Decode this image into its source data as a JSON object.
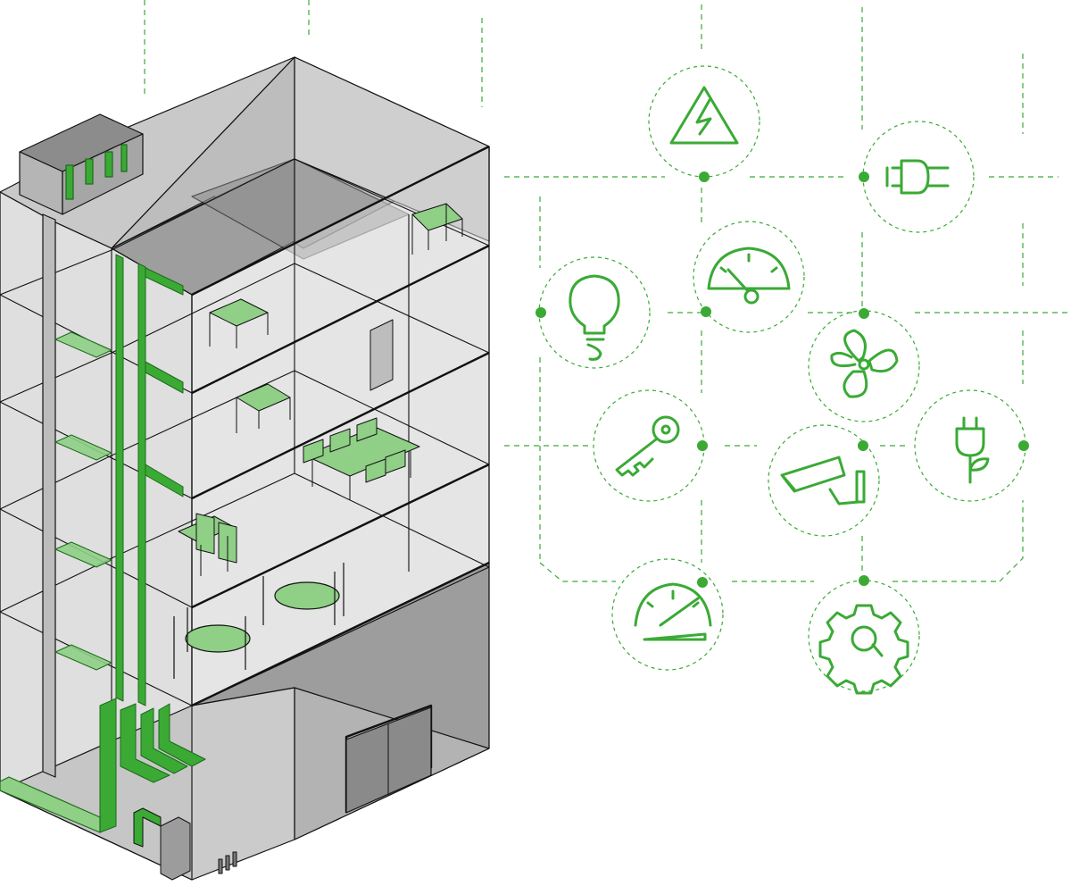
{
  "colors": {
    "green": "#3aaa35",
    "green_fill": "#5cb85c",
    "green_soft": "#8fcf86",
    "glass_light": "#d9d9d9",
    "glass_mid": "#c4c4c4",
    "glass_dark": "#a9a9a9",
    "line": "#111111"
  },
  "building": {
    "floors": 6,
    "features": [
      "vertical-riser",
      "branch-ducts",
      "furniture",
      "round-tables",
      "roof-unit",
      "utility-room"
    ]
  },
  "icons": [
    {
      "name": "high-voltage-icon"
    },
    {
      "name": "power-plug-icon"
    },
    {
      "name": "light-bulb-icon"
    },
    {
      "name": "pressure-gauge-icon"
    },
    {
      "name": "ventilation-fan-icon"
    },
    {
      "name": "key-access-icon"
    },
    {
      "name": "security-camera-icon"
    },
    {
      "name": "eco-plug-icon"
    },
    {
      "name": "speedometer-icon"
    },
    {
      "name": "settings-gear-icon"
    }
  ]
}
